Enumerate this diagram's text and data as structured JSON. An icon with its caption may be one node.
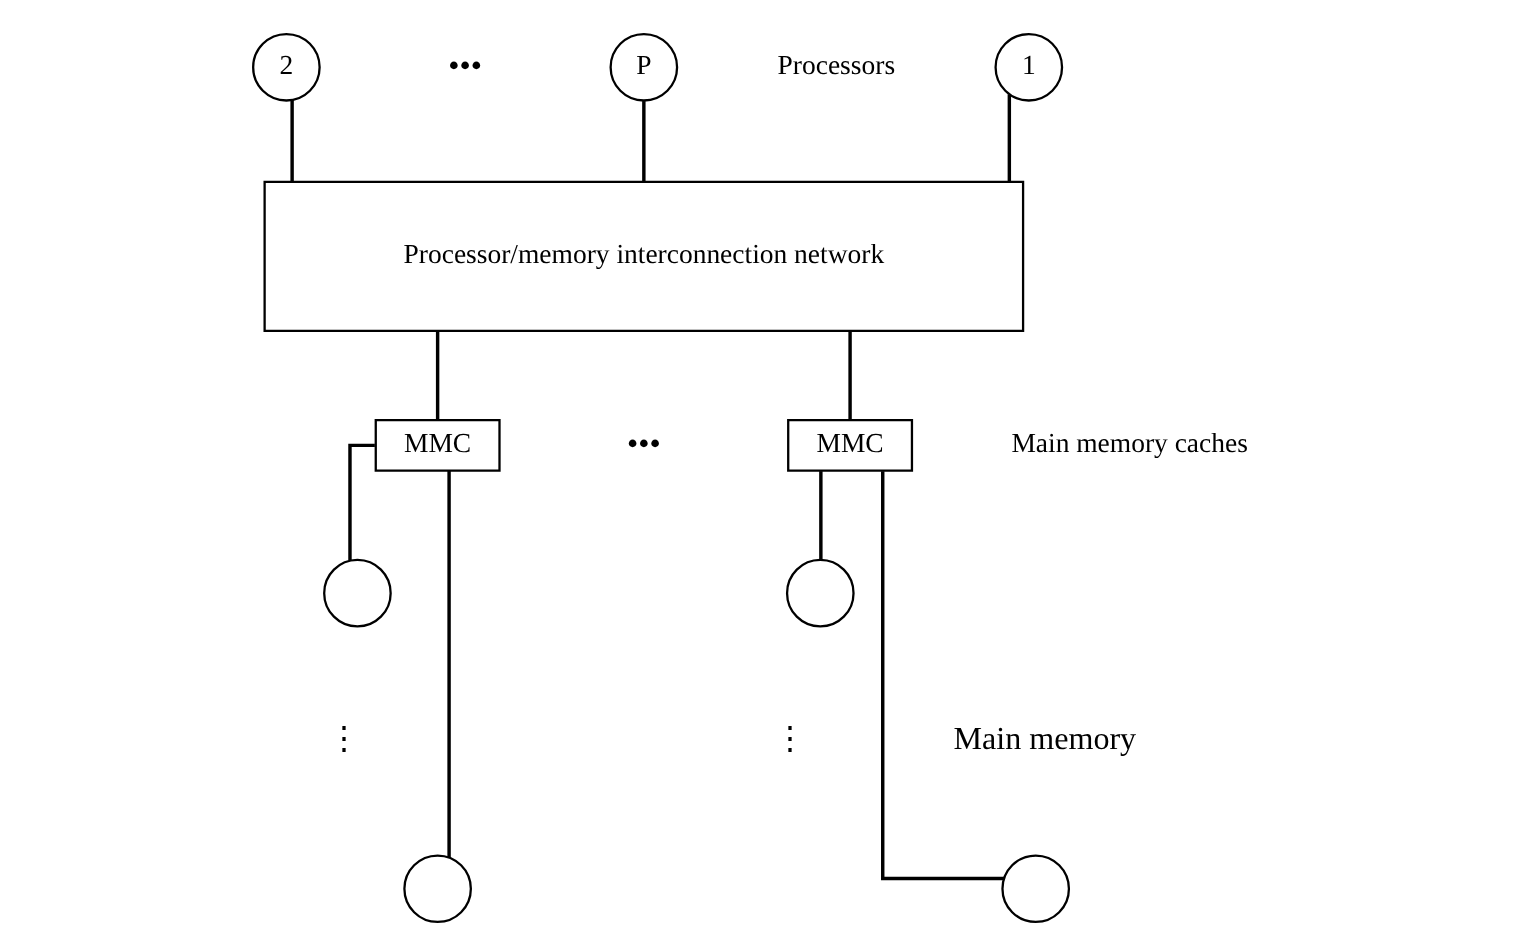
{
  "diagram": {
    "nodes": [
      {
        "text": [
          "1"
        ],
        "beside": [
          "Processors"
        ]
      },
      {
        "text": [
          "2"
        ]
      },
      {
        "text": [
          "P"
        ]
      },
      {
        "text": [
          "Processor/memory interconnection network"
        ]
      },
      {
        "text": [
          "MMC"
        ]
      },
      {
        "text": [
          "MMC"
        ],
        "beside": [
          "Main memory caches"
        ]
      },
      {
        "text": [],
        "shape": "circle"
      },
      {
        "text": [],
        "shape": "circle"
      },
      {
        "text": [],
        "shape": "circle"
      },
      {
        "text": [],
        "shape": "circle"
      }
    ],
    "edges": [
      {
        "from": 0,
        "to": 3,
        "arrow": "none"
      },
      {
        "from": 1,
        "to": 3,
        "arrow": "none"
      },
      {
        "from": 2,
        "to": 3,
        "arrow": "none"
      },
      {
        "from": 3,
        "to": 4,
        "arrow": "none"
      },
      {
        "from": 3,
        "to": 5,
        "arrow": "none"
      },
      {
        "from": 4,
        "to": 6,
        "arrow": "none"
      },
      {
        "from": 4,
        "to": 7,
        "arrow": "none"
      },
      {
        "from": 5,
        "to": 8,
        "arrow": "none"
      },
      {
        "from": 5,
        "to": 9,
        "arrow": "none"
      }
    ],
    "labels": [
      "•••",
      "•••",
      "⋮",
      "⋮",
      "Main memory"
    ]
  }
}
